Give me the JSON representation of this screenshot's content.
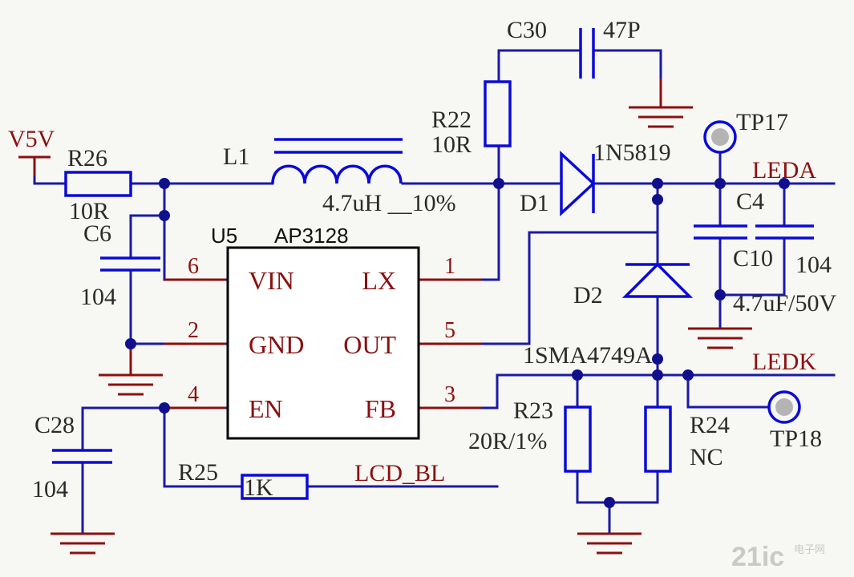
{
  "components": {
    "r26": {
      "ref": "R26",
      "value": "10R"
    },
    "l1": {
      "ref": "L1",
      "value": "4.7uH __10%"
    },
    "r22": {
      "ref": "R22",
      "value": "10R"
    },
    "c30": {
      "ref": "C30",
      "value": "47P"
    },
    "d1": {
      "ref": "D1",
      "value": "1N5819"
    },
    "c6": {
      "ref": "C6",
      "value": "104"
    },
    "u5": {
      "ref": "U5",
      "value": "AP3128"
    },
    "d2": {
      "ref": "D2",
      "value": "1SMA4749A"
    },
    "c4": {
      "ref": "C4",
      "value": "4.7uF/50V"
    },
    "c10": {
      "ref": "C10",
      "value": "104"
    },
    "r23": {
      "ref": "R23",
      "value": "20R/1%"
    },
    "r24": {
      "ref": "R24",
      "value": "NC"
    },
    "c28": {
      "ref": "C28",
      "value": "104"
    },
    "r25": {
      "ref": "R25",
      "value": "1K"
    },
    "tp17": {
      "ref": "TP17"
    },
    "tp18": {
      "ref": "TP18"
    }
  },
  "ic_pins": {
    "vin": {
      "name": "VIN",
      "num": "6"
    },
    "gnd": {
      "name": "GND",
      "num": "2"
    },
    "en": {
      "name": "EN",
      "num": "4"
    },
    "lx": {
      "name": "LX",
      "num": "1"
    },
    "out": {
      "name": "OUT",
      "num": "5"
    },
    "fb": {
      "name": "FB",
      "num": "3"
    }
  },
  "nets": {
    "power": "V5V",
    "ledda": "LEDA",
    "ledk": "LEDK",
    "lcd_bl": "LCD_BL"
  },
  "watermark": {
    "logo": "21ic",
    "text": "电子网"
  },
  "colors": {
    "wire": "#1a1aa8",
    "pin": "#8b1010",
    "component": "#0a0ad8",
    "background": "#f7f7f3"
  }
}
